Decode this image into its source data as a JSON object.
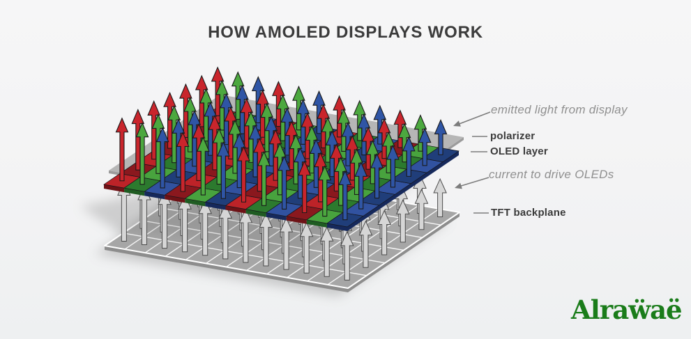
{
  "title": "HOW AMOLED DISPLAYS WORK",
  "labels": {
    "emitted_light": "emitted light from display",
    "polarizer": "polarizer",
    "oled_layer": "OLED layer",
    "current": "current to drive OLEDs",
    "tft_backplane": "TFT backplane"
  },
  "logo": "Alraẅaë",
  "colors": {
    "title_text": "#3b3b3b",
    "bold_label": "#3a3a3a",
    "italic_label": "#8f8f8f",
    "logo_green": "#1a7c1a",
    "polarizer_top": "#b6b6b6",
    "polarizer_edge": "#9b9b9b",
    "tft_top": "#a6a6a6",
    "tft_edge": "#8d8d8d",
    "tft_grid_line": "#ffffff",
    "subpixel_bright": [
      "#bd2328",
      "#48a33e",
      "#3152a0"
    ],
    "subpixel_dark": [
      "#8a181e",
      "#2c7a2e",
      "#203e7a"
    ],
    "subpixel_edge": [
      "#6e1216",
      "#1f5c22",
      "#16295c"
    ],
    "arrow_fill": [
      "#c9252c",
      "#4ca83f",
      "#2f55a5"
    ],
    "arrow_outline": "#1a1a1a",
    "current_arrow_fill": "#d6d6d6",
    "current_arrow_outline": "#4c4c4c",
    "leader_line": "#7c7c7c",
    "shadow": "#8a8a8a"
  },
  "diagram": {
    "subpixel_order": [
      "red",
      "green",
      "blue"
    ],
    "oled_stripes": 12,
    "oled_cells_per_stripe": 7,
    "tft_columns": 12,
    "tft_rows": 6
  }
}
